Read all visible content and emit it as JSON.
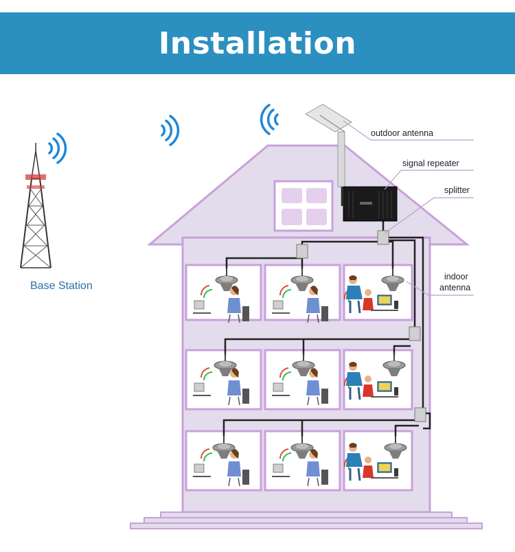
{
  "header": {
    "title": "Installation"
  },
  "labels": {
    "base_station": "Base Station",
    "outdoor_antenna": "outdoor antenna",
    "signal_repeater": "signal repeater",
    "splitter": "splitter",
    "indoor_antenna_line1": "indoor",
    "indoor_antenna_line2": "antenna"
  },
  "colors": {
    "banner": "#2b8fbf",
    "house_fill": "#e3dcec",
    "house_outline": "#c9a0dc",
    "signal_waves": "#1e88d8",
    "leader_lines": "#b8a2cc",
    "cable": "#222222",
    "repeater": "#1a1a1a"
  },
  "icons": [
    "cell-tower-icon",
    "signal-wave-icon",
    "yagi-antenna-icon",
    "repeater-icon",
    "splitter-icon",
    "ceiling-antenna-icon",
    "office-worker-icon"
  ]
}
